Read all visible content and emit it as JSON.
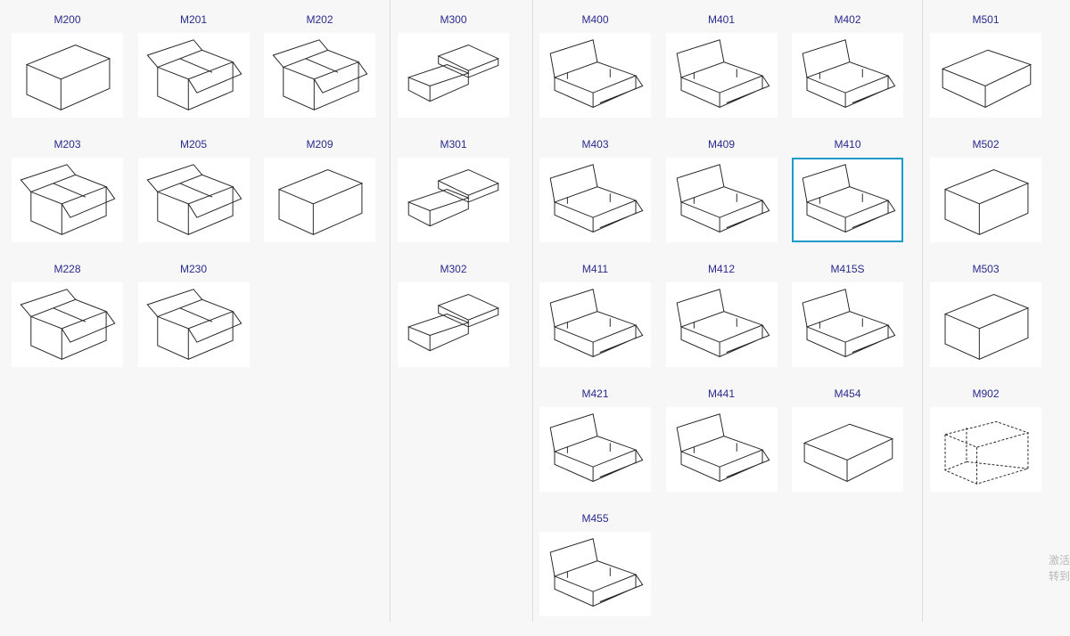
{
  "groups": [
    {
      "items": [
        {
          "code": "M200",
          "style": "box"
        },
        {
          "code": "M201",
          "style": "open"
        },
        {
          "code": "M202",
          "style": "open"
        },
        {
          "code": "M203",
          "style": "open"
        },
        {
          "code": "M205",
          "style": "open"
        },
        {
          "code": "M209",
          "style": "box"
        },
        {
          "code": "M228",
          "style": "open"
        },
        {
          "code": "M230",
          "style": "open"
        }
      ]
    },
    {
      "items": [
        {
          "code": "M300",
          "style": "lid"
        },
        {
          "code": "M301",
          "style": "lid"
        },
        {
          "code": "M302",
          "style": "lid"
        }
      ]
    },
    {
      "items": [
        {
          "code": "M400",
          "style": "tray-open"
        },
        {
          "code": "M401",
          "style": "tray-open"
        },
        {
          "code": "M402",
          "style": "tray-open"
        },
        {
          "code": "M403",
          "style": "tray-open"
        },
        {
          "code": "M409",
          "style": "tray-open"
        },
        {
          "code": "M410",
          "style": "tray-open",
          "selected": true
        },
        {
          "code": "M411",
          "style": "tray-open"
        },
        {
          "code": "M412",
          "style": "tray-open"
        },
        {
          "code": "M415S",
          "style": "tray-open"
        },
        {
          "code": "M421",
          "style": "tray-open"
        },
        {
          "code": "M441",
          "style": "tray-open"
        },
        {
          "code": "M454",
          "style": "tray"
        },
        {
          "code": "M455",
          "style": "tray-open"
        }
      ]
    },
    {
      "items": [
        {
          "code": "M501",
          "style": "tray"
        },
        {
          "code": "M502",
          "style": "box"
        },
        {
          "code": "M503",
          "style": "box"
        },
        {
          "code": "M902",
          "style": "dashed"
        }
      ]
    }
  ],
  "watermark": {
    "line1": "激活",
    "line2": "转到"
  },
  "colors": {
    "label": "#2a2a8c",
    "selected_border": "#1f9bc9",
    "line": "#222222"
  }
}
